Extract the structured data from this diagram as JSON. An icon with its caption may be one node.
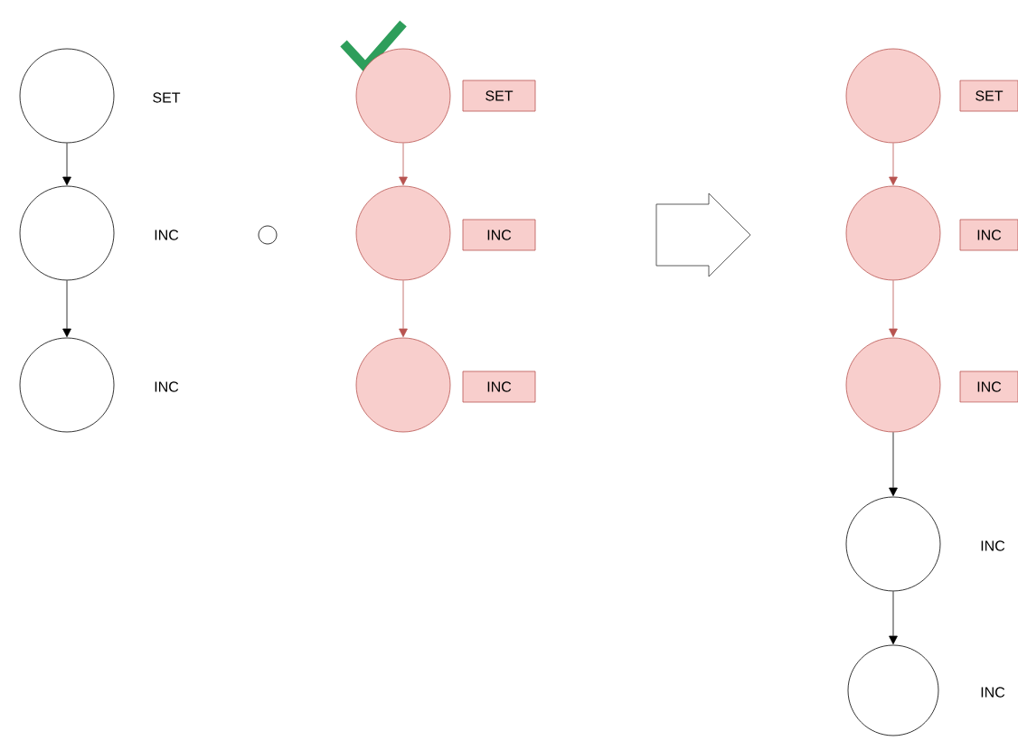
{
  "diagram": {
    "nodes": [
      {
        "text": [],
        "shape": "circle",
        "beside": [
          "SET"
        ]
      },
      {
        "text": [],
        "shape": "circle",
        "beside": [
          "INC"
        ]
      },
      {
        "text": [],
        "shape": "circle",
        "beside": [
          "INC"
        ]
      },
      {
        "text": [],
        "shape": "circle"
      },
      {
        "text": [],
        "shape": "circle"
      },
      {
        "text": [
          "SET"
        ]
      },
      {
        "text": [],
        "shape": "circle"
      },
      {
        "text": [
          "INC"
        ]
      },
      {
        "text": [],
        "shape": "circle"
      },
      {
        "text": [
          "INC"
        ]
      },
      {
        "text": [],
        "shape": "circle"
      },
      {
        "text": [
          "SET"
        ]
      },
      {
        "text": [],
        "shape": "circle"
      },
      {
        "text": [
          "INC"
        ]
      },
      {
        "text": [],
        "shape": "circle"
      },
      {
        "text": [
          "INC"
        ]
      },
      {
        "text": [],
        "shape": "circle",
        "beside": [
          "INC"
        ]
      },
      {
        "text": [],
        "shape": "circle",
        "beside": [
          "INC"
        ]
      }
    ],
    "edges": [
      {
        "from": 0,
        "to": 1,
        "arrow": "to"
      },
      {
        "from": 1,
        "to": 2,
        "arrow": "to"
      },
      {
        "from": 4,
        "to": 6,
        "arrow": "to",
        "color": "#b85450"
      },
      {
        "from": 6,
        "to": 8,
        "arrow": "to",
        "color": "#b85450"
      },
      {
        "from": 10,
        "to": 12,
        "arrow": "to",
        "color": "#b85450"
      },
      {
        "from": 12,
        "to": 14,
        "arrow": "to",
        "color": "#b85450"
      },
      {
        "from": 14,
        "to": 16,
        "arrow": "to"
      },
      {
        "from": 16,
        "to": 17,
        "arrow": "to"
      }
    ]
  }
}
